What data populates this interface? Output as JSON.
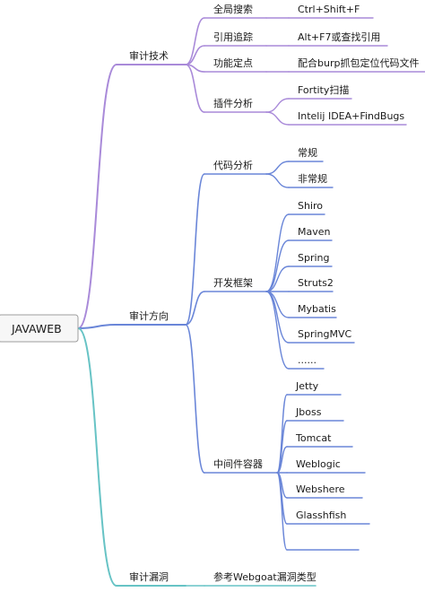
{
  "root": {
    "label": "JAVAWEB"
  },
  "colors": {
    "purple": "#a98ad9",
    "blue": "#6a86d8",
    "teal": "#67c3c5",
    "root_fill": "#f7f7f7",
    "root_border": "#9e9e9e"
  },
  "branches": [
    {
      "label": "审计技术",
      "children": [
        {
          "label": "全局搜索",
          "children": [
            {
              "label": "Ctrl+Shift+F"
            }
          ]
        },
        {
          "label": "引用追踪",
          "children": [
            {
              "label": "Alt+F7或查找引用"
            }
          ]
        },
        {
          "label": "功能定点",
          "children": [
            {
              "label": "配合burp抓包定位代码文件"
            }
          ]
        },
        {
          "label": "插件分析",
          "children": [
            {
              "label": "Fortity扫描"
            },
            {
              "label": "Intelij IDEA+FindBugs"
            }
          ]
        }
      ]
    },
    {
      "label": "审计方向",
      "children": [
        {
          "label": "代码分析",
          "children": [
            {
              "label": "常规"
            },
            {
              "label": "非常规"
            }
          ]
        },
        {
          "label": "开发框架",
          "children": [
            {
              "label": "Shiro"
            },
            {
              "label": "Maven"
            },
            {
              "label": "Spring"
            },
            {
              "label": "Struts2"
            },
            {
              "label": "Mybatis"
            },
            {
              "label": "SpringMVC"
            },
            {
              "label": "......"
            }
          ]
        },
        {
          "label": "中间件容器",
          "children": [
            {
              "label": "Jetty"
            },
            {
              "label": "Jboss"
            },
            {
              "label": "Tomcat"
            },
            {
              "label": "Weblogic"
            },
            {
              "label": "Webshere"
            },
            {
              "label": "Glasshfish"
            },
            {
              "label": ""
            }
          ]
        }
      ]
    },
    {
      "label": "审计漏洞",
      "children": [
        {
          "label": "参考Webgoat漏洞类型"
        }
      ]
    }
  ]
}
